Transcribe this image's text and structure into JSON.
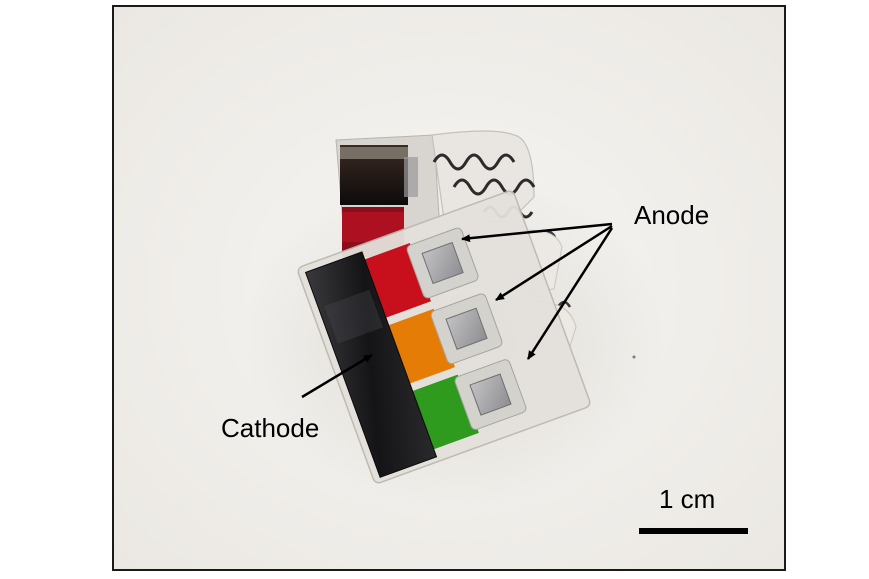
{
  "labels": {
    "anode": "Anode",
    "cathode": "Cathode",
    "scale": "1 cm"
  },
  "colors": {
    "background": "#f3f1ee",
    "border": "#1a1a1a",
    "cathode_strip": "#1b1b1e",
    "anode_pad": "#a9a9ab",
    "cell_red": "#c8101c",
    "cell_orange": "#e57c05",
    "cell_green": "#2e9a1e",
    "arrow": "#000000"
  }
}
